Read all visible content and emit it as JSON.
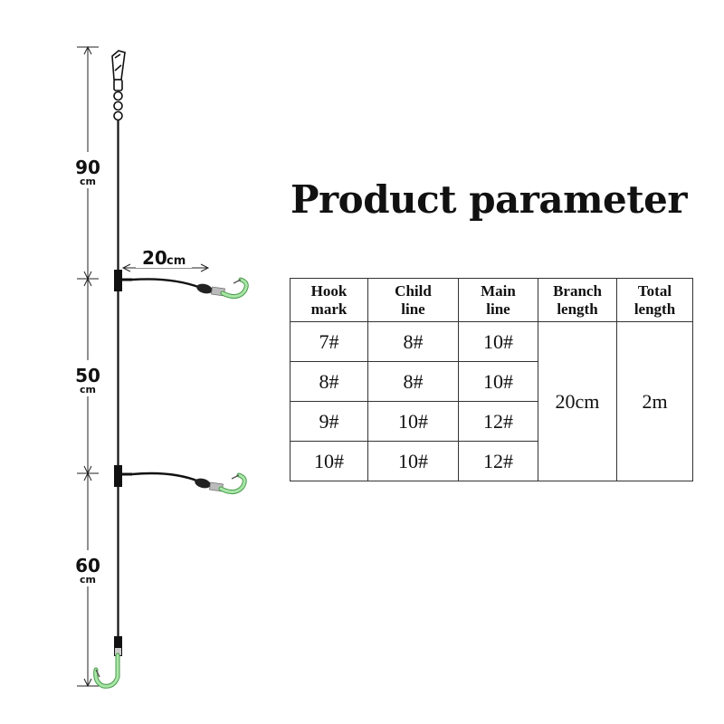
{
  "diagram": {
    "segment_labels": [
      {
        "value": "90",
        "unit": "cm"
      },
      {
        "value": "50",
        "unit": "cm"
      },
      {
        "value": "60",
        "unit": "cm"
      }
    ],
    "branch_label": {
      "value": "20",
      "unit": "cm"
    }
  },
  "title": "Product parameter",
  "table": {
    "headers": [
      [
        "Hook",
        "mark"
      ],
      [
        "Child",
        "line"
      ],
      [
        "Main",
        "line"
      ],
      [
        "Branch",
        "length"
      ],
      [
        "Total",
        "length"
      ]
    ],
    "rows": [
      [
        "7#",
        "8#",
        "10#"
      ],
      [
        "8#",
        "8#",
        "10#"
      ],
      [
        "9#",
        "10#",
        "12#"
      ],
      [
        "10#",
        "10#",
        "12#"
      ]
    ],
    "branch_length": "20cm",
    "total_length": "2m"
  },
  "colors": {
    "line": "#111111",
    "hook_glow": "#a8e6a8",
    "hook_outline": "#4a9a4a",
    "bead": "#222222"
  }
}
